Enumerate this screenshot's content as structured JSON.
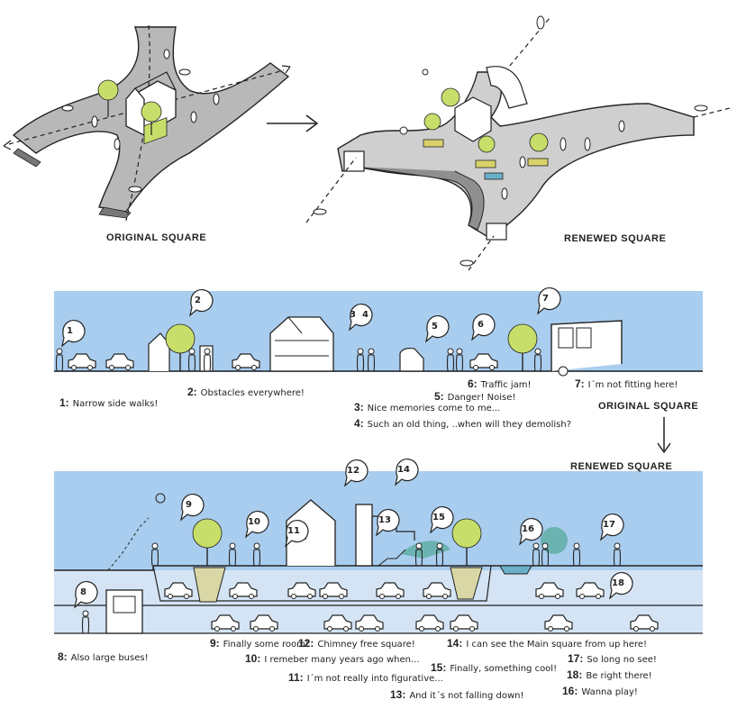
{
  "top": {
    "original_caption": "ORIGINAL SQUARE",
    "renewed_caption": "RENEWED SQUARE"
  },
  "middle_caption": "ORIGINAL SQUARE",
  "bottom_caption": "RENEWED SQUARE",
  "colors": {
    "sky": "#a9cdee",
    "lower_level": "#d4e4f5",
    "tree": "#c8de6a",
    "road": "#b8b8b8",
    "shadow": "#8f8f8f",
    "soil": "#d9d7a6",
    "water": "#6ab0c8",
    "dark_pool": "#6bb3b0"
  },
  "bubbles": {
    "b1": "1",
    "b2": "2",
    "b3": "3",
    "b4": "4",
    "b5": "5",
    "b6": "6",
    "b7": "7",
    "b8": "8",
    "b9": "9",
    "b10": "10",
    "b11": "11",
    "b12": "12",
    "b13": "13",
    "b14": "14",
    "b15": "15",
    "b16": "16",
    "b17": "17",
    "b18": "18"
  },
  "original_notes": {
    "n1": {
      "num": "1:",
      "text": "Narrow side walks!"
    },
    "n2": {
      "num": "2:",
      "text": "Obstacles everywhere!"
    },
    "n3": {
      "num": "3:",
      "text": "Nice memories come to me..."
    },
    "n4": {
      "num": "4:",
      "text": "Such an old thing, ..when will they demolish?"
    },
    "n5": {
      "num": "5:",
      "text": "Danger! Noise!"
    },
    "n6": {
      "num": "6:",
      "text": "Traffic jam!"
    },
    "n7": {
      "num": "7:",
      "text": "I´m not fitting here!"
    }
  },
  "renewed_notes": {
    "n8": {
      "num": "8:",
      "text": "Also large buses!"
    },
    "n9": {
      "num": "9:",
      "text": "Finally some room!"
    },
    "n10": {
      "num": "10:",
      "text": "I remeber many years ago when..."
    },
    "n11": {
      "num": "11:",
      "text": "I´m not really into figurative..."
    },
    "n12": {
      "num": "12:",
      "text": "Chimney free square!"
    },
    "n13": {
      "num": "13:",
      "text": "And it´s not falling down!"
    },
    "n14": {
      "num": "14:",
      "text": "I can see the Main square from up here!"
    },
    "n15": {
      "num": "15:",
      "text": "Finally, something cool!"
    },
    "n16": {
      "num": "16:",
      "text": "Wanna play!"
    },
    "n17": {
      "num": "17:",
      "text": "So long no see!"
    },
    "n18": {
      "num": "18:",
      "text": "Be right there!"
    }
  }
}
